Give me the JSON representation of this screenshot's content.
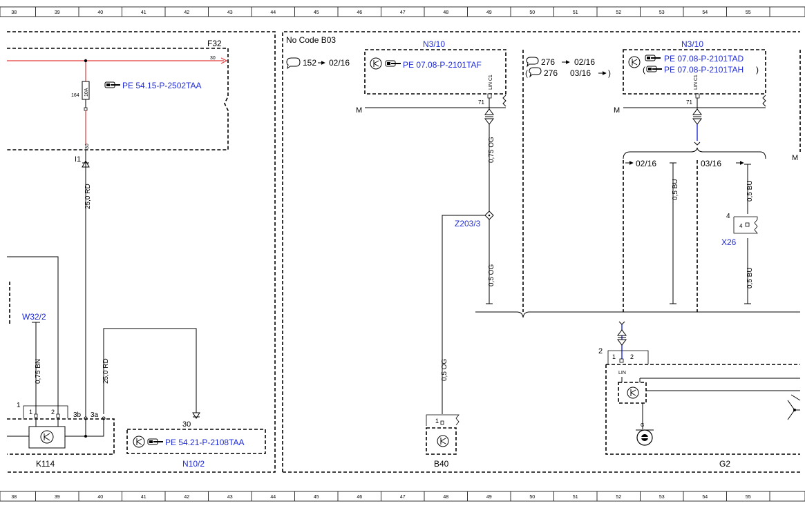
{
  "ruler": {
    "top": [
      "38",
      "39",
      "40",
      "41",
      "42",
      "43",
      "44",
      "45",
      "46",
      "47",
      "48",
      "49",
      "50",
      "51",
      "52",
      "53",
      "54",
      "55"
    ],
    "bottom": [
      "38",
      "39",
      "40",
      "41",
      "42",
      "43",
      "44",
      "45",
      "46",
      "47",
      "48",
      "49",
      "50",
      "51",
      "52",
      "53",
      "54",
      "55"
    ]
  },
  "left": {
    "fuse_box": "F32",
    "pin_30": "30",
    "fuse_no": "164",
    "fuse_amp": "10A",
    "fuse_ref": "PE 54.15-P-2502TAA",
    "pin_30b": "30",
    "node_i1": "I1",
    "wire_25rd_a": "25,0 RD",
    "w32": "W32/2",
    "wire_075bn": "0,75 BN",
    "wire_25rd_b": "25,0 RD",
    "k114_pin1": "1",
    "k114_pin2": "2",
    "k114_3b": "3b",
    "k114_3a": "3a",
    "k114": "K114",
    "n10_pin": "30",
    "n10_ref": "PE 54.21-P-2108TAA",
    "n10": "N10/2"
  },
  "right": {
    "no_code": "No Code B03",
    "code_152": "152",
    "code_152_from": "02/16",
    "n3_10_a": "N3/10",
    "n3_ref_a": "PE 07.08-P-2101TAF",
    "lin_label": "LIN C1",
    "pin_71a": "71",
    "m_a": "M",
    "wire_075og": "0,75 OG",
    "z203": "Z203/3",
    "wire_05og_a": "0,5 OG",
    "wire_05og_b": "0,5 OG",
    "b40_pin": "1",
    "b40": "B40",
    "code_276_a": "276",
    "code_276_a_from": "02/16",
    "code_276_b": "276",
    "code_276_b_to": "03/16",
    "n3_10_b": "N3/10",
    "n3_ref_b1": "PE 07.08-P-2101TAD",
    "n3_ref_b2": "PE 07.08-P-2101TAH",
    "lin_label_b": "LIN C1",
    "pin_71b": "71",
    "m_b": "M",
    "m_c": "M",
    "from_0216": "02/16",
    "from_0316": "03/16",
    "wire_05bu_a": "0,5 BU",
    "wire_05bu_b": "0,5 BU",
    "wire_05bu_c": "0,5 BU",
    "x26_pin": "4",
    "x26_pin_inner": "4",
    "x26": "X26",
    "g2_pin2": "2",
    "g2_pin_1": "1",
    "g2_pin_2b": "2",
    "g2_lin": "LIN",
    "g2_g": "G",
    "g2": "G2"
  }
}
